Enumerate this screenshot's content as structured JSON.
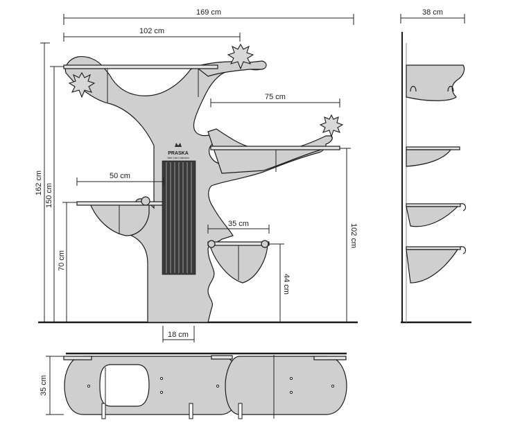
{
  "drawing": {
    "brand_logo": "PRASKA",
    "brand_tagline": "Wild Cats Collection"
  },
  "dimensions": {
    "total_width": "169 cm",
    "top_shelf_width": "102 cm",
    "side_depth": "38 cm",
    "mid_right_shelf_width": "75 cm",
    "left_shelf_width": "50 cm",
    "small_shelf_width": "35 cm",
    "total_height": "162 cm",
    "height_150": "150 cm",
    "height_70": "70 cm",
    "height_102": "102 cm",
    "height_44": "44 cm",
    "trunk_width": "18 cm",
    "base_depth": "35 cm"
  }
}
